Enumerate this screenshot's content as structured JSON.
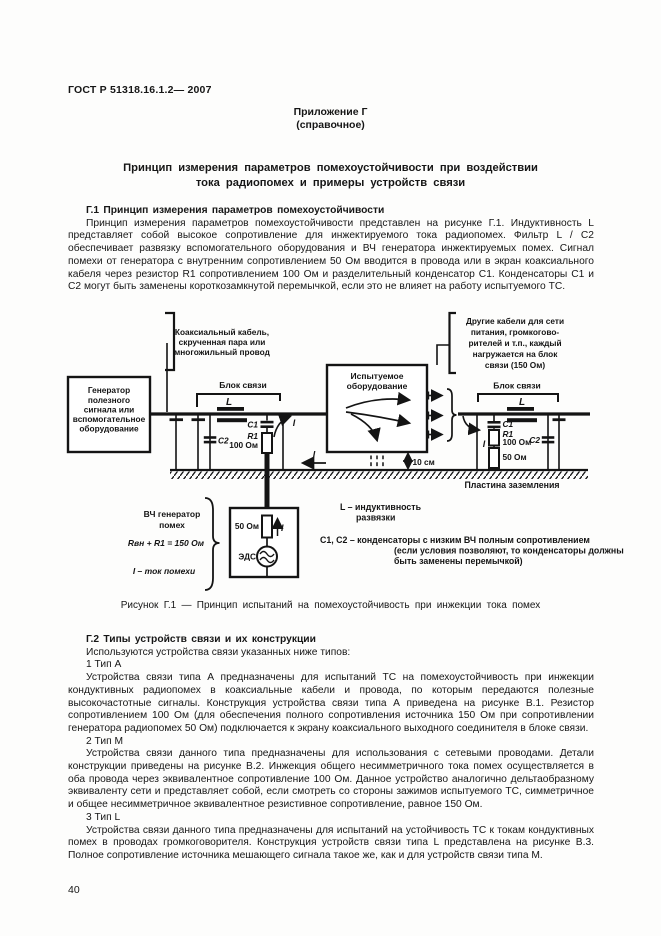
{
  "page": {
    "doc_number": "ГОСТ Р 51318.16.1.2— 2007",
    "page_number": "40"
  },
  "annex": {
    "name": "Приложение Г",
    "kind": "(справочное)"
  },
  "title": {
    "line1": "Принцип измерения параметров помехоустойчивости при воздействии",
    "line2": "тока радиопомех и примеры устройств связи"
  },
  "g1": {
    "heading": "Г.1 Принцип измерения параметров помехоустойчивости",
    "body": "Принцип измерения параметров помехоустойчивости представлен на рисунке Г.1. Индуктивность L представляет собой высокое сопротивление для инжектируемого тока радиопомех. Фильтр L / C2 обеспечивает развязку вспомогательного оборудования и ВЧ генератора инжектируемых помех. Сигнал помехи от генератора с внутренним сопротивлением 50 Ом вводится в провода или в экран коаксиального кабеля через резистор R1 сопротивлением 100 Ом и разделительный конденсатор С1. Конденсаторы С1 и С2 могут быть заменены короткозамкнутой перемычкой, если это не влияет на работу испытуемого ТС."
  },
  "figure": {
    "caption": "Рисунок Г.1 — Принцип испытаний на помехоустойчивость при инжекции тока помех",
    "generator": [
      "Генератор",
      "полезного",
      "сигнала или",
      "вспомогательное",
      "оборудование"
    ],
    "cable": [
      "Коаксиальный кабель,",
      "скрученная пара или",
      "многожильный провод"
    ],
    "coupling_left": "Блок связи",
    "coupling_right": "Блок связи",
    "eut": [
      "Испытуемое",
      "оборудование"
    ],
    "other_cables": [
      "Другие кабели для сети",
      "питания, громкогово-",
      "рителей и т.п., каждый",
      "нагружается на блок",
      "связи (150 Ом)"
    ],
    "ground": "Пластина заземления",
    "dim": "10 см",
    "ind": "L",
    "c1": "C1",
    "r1": "R1",
    "r1_val": "100 Ом",
    "c2": "C2",
    "r50": "50 Ом",
    "current": "I",
    "hf_line1": "ВЧ генератор",
    "hf_line2": "помех",
    "hf_sum": "Rвн + R1 = 150 Ом",
    "hf_current": "I – ток помехи",
    "eds": "ЭДС",
    "legend": [
      "L – индуктивность",
      "развязки",
      "С1, С2 – конденсаторы с низким ВЧ полным сопротивлением",
      "(если условия позволяют, то конденсаторы должны",
      "быть заменены перемычкой)"
    ]
  },
  "g2": {
    "heading": "Г.2 Типы устройств связи и их конструкции",
    "intro": "Используются устройства связи указанных ниже типов:",
    "items": [
      {
        "label": "1 Тип А",
        "body": "Устройства связи типа А предназначены для испытаний ТС на помехоустойчивость при инжекции кондуктивных радиопомех в коаксиальные кабели и провода, по которым передаются полезные высокочастотные сигналы. Конструкция устройства связи типа А приведена на рисунке В.1. Резистор сопротивлением 100 Ом (для обеспечения полного сопротивления источника 150 Ом при сопротивлении генератора радиопомех 50 Ом) подключается к экрану коаксиального выходного соединителя в блоке связи."
      },
      {
        "label": "2 Тип М",
        "body": "Устройства связи данного типа предназначены для использования с сетевыми проводами. Детали конструкции приведены на рисунке В.2. Инжекция общего несимметричного тока помех осуществляется в оба провода через эквивалентное сопротивление 100 Ом. Данное устройство аналогично дельтаобразному эквиваленту сети и представляет собой, если смотреть со стороны зажимов испытуемого ТС, симметричное и общее несимметричное эквивалентное резистивное сопротивление, равное 150 Ом."
      },
      {
        "label": "3 Тип L",
        "body": "Устройства связи данного типа предназначены для испытаний на устойчивость ТС к токам кондуктивных помех в проводах громкоговорителя. Конструкция устройств связи типа L представлена на рисунке В.3. Полное сопротивление источника мешающего сигнала такое же, как и для устройств связи типа М."
      }
    ]
  }
}
